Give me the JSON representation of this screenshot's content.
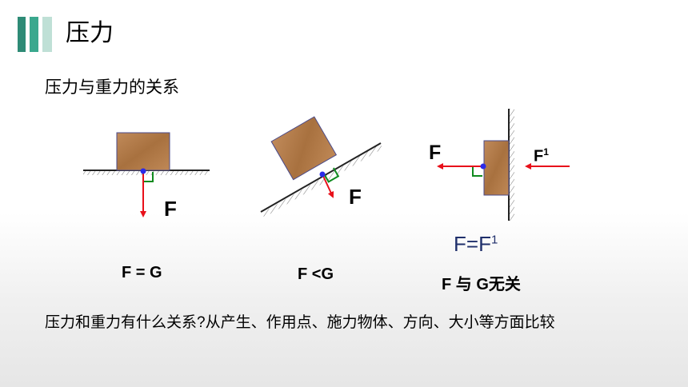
{
  "header": {
    "title": "压力"
  },
  "subtitle": "压力与重力的关系",
  "diagrams": [
    {
      "force_label": "F",
      "relation": "F = G"
    },
    {
      "force_label": "F",
      "relation": "F <G"
    },
    {
      "force_label": "F",
      "other_force_label": "F",
      "other_force_sup": "1",
      "equation_main": "F=F",
      "equation_sup": "1",
      "relation": "F 与 G无关"
    }
  ],
  "question": "压力和重力有什么关系?从产生、作用点、施力物体、方向、大小等方面比较",
  "colors": {
    "accent_dark": "#2e8b76",
    "accent_mid": "#3aa88e",
    "accent_light": "#bfe0d6",
    "arrow": "#e8101a",
    "right_angle": "#0f8a1e",
    "point": "#2a2ae8",
    "block": "#b07a4e"
  }
}
